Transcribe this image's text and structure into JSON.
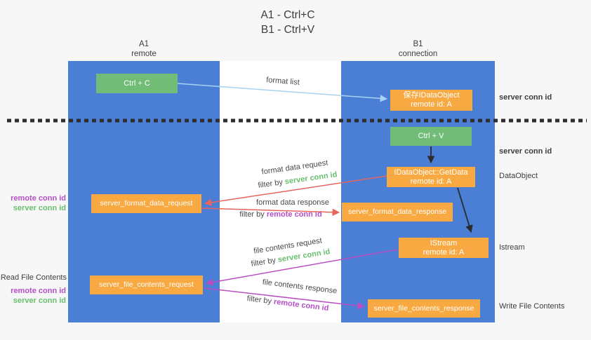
{
  "title": {
    "line1": "A1 - Ctrl+C",
    "line2": "B1 - Ctrl+V"
  },
  "columns": {
    "a1": {
      "name": "A1",
      "subtitle": "remote"
    },
    "b1": {
      "name": "B1",
      "subtitle": "connection"
    }
  },
  "nodes": {
    "ctrl_c": {
      "label": "Ctrl + C"
    },
    "ctrl_v": {
      "label": "Ctrl + V"
    },
    "save_idataobject": {
      "line1": "保存IDataObject",
      "line2": "remote id: A"
    },
    "getdata": {
      "line1": "IDataObject::GetData",
      "line2": "remote id: A"
    },
    "istream": {
      "line1": "IStream",
      "line2": "remote id: A"
    },
    "format_request": {
      "label": "server_format_data_request"
    },
    "format_response": {
      "label": "server_format_data_response"
    },
    "file_request": {
      "label": "server_file_contents_request"
    },
    "file_response": {
      "label": "server_file_contents_response"
    }
  },
  "arrows": {
    "format_list": {
      "label": "format list"
    },
    "format_data_request": {
      "label": "format data request",
      "filter_prefix": "filter by",
      "filter_key": "server conn id"
    },
    "format_data_response": {
      "label": "format data response",
      "filter_prefix": "filter by",
      "filter_key": "remote conn id"
    },
    "file_contents_request": {
      "label": "file contents request",
      "filter_prefix": "filter by",
      "filter_key": "server conn id"
    },
    "file_contents_response": {
      "label": "file contents response",
      "filter_prefix": "filter by",
      "filter_key": "remote conn id"
    }
  },
  "side_labels": {
    "right_server_conn_top": "server conn id",
    "right_server_conn_mid": "server conn id",
    "right_dataobject": "DataObject",
    "right_istream": "Istream",
    "right_write_file": "Write File Contents",
    "left_remote_conn_1": "remote conn id",
    "left_server_conn_1": "server conn id",
    "left_read_file": "Read File Contents",
    "left_remote_conn_2": "remote conn id",
    "left_server_conn_2": "server conn id"
  },
  "colors": {
    "bg": "#f7f7f7",
    "lane": "#ffffff",
    "column_blue": "#4a7fd5",
    "box_green": "#71bd78",
    "box_orange": "#f8a942",
    "arrow_red": "#e8645c",
    "arrow_magenta": "#ba4fc3",
    "arrow_blue": "#a8d3f2",
    "arrow_black": "#2b2b2b",
    "text_green": "#68bf6e",
    "text_purple": "#b44fc8",
    "text_dark": "#3d3d3d",
    "label_dark": "#4a4a4a"
  }
}
